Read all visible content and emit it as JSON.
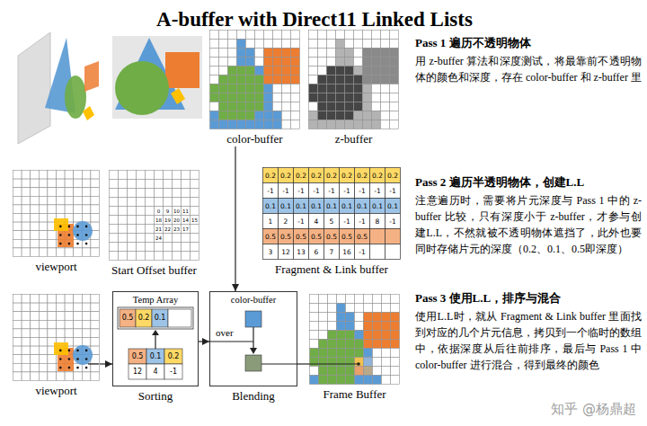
{
  "diagram": {
    "title": "A-buffer with Direct11 Linked Lists",
    "nodes": [
      {
        "text": [
          "color-buffer"
        ]
      },
      {
        "text": [
          "z-buffer"
        ]
      },
      {
        "text": [
          "viewport"
        ]
      },
      {
        "text": [
          "Start Offset buffer"
        ]
      },
      {
        "text": [
          "Fragment & Link buffer"
        ]
      },
      {
        "text": [
          "viewport"
        ]
      },
      {
        "text": [
          "Temp Array",
          "Sorting"
        ]
      },
      {
        "text": [
          "color-buffer",
          "Blending"
        ]
      },
      {
        "text": [
          "Frame Buffer"
        ]
      }
    ],
    "edges": [
      {
        "from": 0,
        "to": 7,
        "arrow": "to"
      },
      {
        "from": 5,
        "to": 6,
        "arrow": "to"
      },
      {
        "from": 6,
        "to": 7,
        "arrow": "to",
        "label": "over"
      },
      {
        "from": 7,
        "to": 8,
        "arrow": "none"
      }
    ],
    "labels": [
      "Pass 1 遍历不透明物体",
      "用 z-buffer 算法和深度测试，将最靠前不透明物体的颜色和深度，存在 color-buffer 和 z-buffer 里",
      "Pass 2 遍历半透明物体，创建L.L",
      "注意遍历时，需要将片元深度与 Pass 1 中的 z-buffer 比较，只有深度小于 z-buffer，才参与创建L.L，不然就被不透明物体遮挡了，此外也要同时存储片元的深度（0.2、0.1、0.5即深度）",
      "Pass 3 使用L.L，排序与混合",
      "使用L.L时，就从 Fragment & Link buffer 里面找到对应的几个片元信息，拷贝到一个临时的数组中，依据深度从后往前排序，最后与 Pass 1 中 color-buffer 进行混合，得到最终的颜色",
      "知乎 @杨鼎超",
      "0",
      "9",
      "10",
      "11",
      "18",
      "19",
      "20",
      "14",
      "15",
      "21",
      "22",
      "23",
      "17",
      "24",
      "0.2",
      "0.2",
      "0.2",
      "0.2",
      "0.2",
      "0.2",
      "0.2",
      "0.2",
      "0.2",
      "-1",
      "-1",
      "-1",
      "-1",
      "-1",
      "-1",
      "-1",
      "-1",
      "-1",
      "0.1",
      "0.1",
      "0.1",
      "0.1",
      "0.1",
      "0.1",
      "0.1",
      "0.1",
      "0.1",
      "1",
      "2",
      "-1",
      "4",
      "5",
      "-1",
      "-1",
      "8",
      "-1",
      "0.5",
      "0.5",
      "0.5",
      "0.5",
      "0.5",
      "0.5",
      "0.5",
      "3",
      "12",
      "13",
      "6",
      "7",
      "16",
      "-1",
      "0.5",
      "0.2",
      "0.1",
      "0.5",
      "12",
      "0.1",
      "4",
      "0.2",
      "-1"
    ]
  }
}
